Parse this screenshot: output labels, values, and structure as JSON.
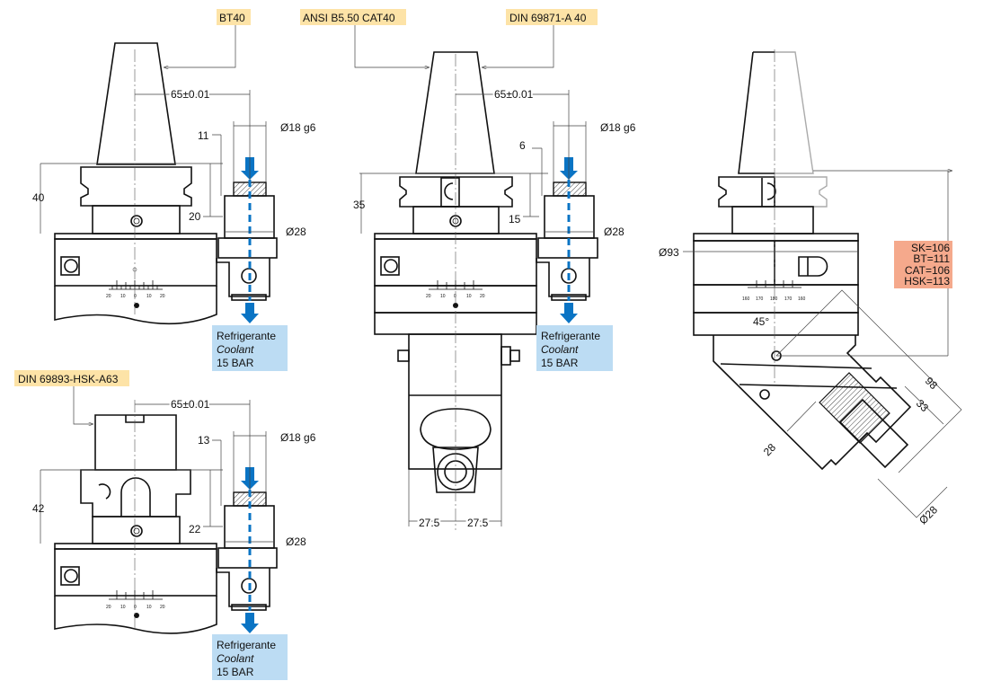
{
  "labels": {
    "bt40": "BT40",
    "cat40": "ANSI B5.50 CAT40",
    "din69871": "DIN 69871-A 40",
    "hsk": "DIN 69893-HSK-A63"
  },
  "coolant": {
    "line1": "Refrigerante",
    "line2": "Coolant",
    "line3": "15 BAR"
  },
  "dims": {
    "center_offset": "65±0.01",
    "shank_dia": "Ø18 g6",
    "body_dia": "Ø28",
    "bt_11": "11",
    "bt_20": "20",
    "bt_40": "40",
    "cat_6": "6",
    "cat_15": "15",
    "cat_35": "35",
    "hsk_13": "13",
    "hsk_22": "22",
    "hsk_42": "42",
    "half_width": "27.5",
    "head_dia": "Ø93",
    "angle": "45°",
    "d98": "98",
    "d33": "33",
    "d28": "28",
    "dia28": "Ø28"
  },
  "scale": {
    "linear": [
      "20",
      "10",
      "0",
      "10",
      "20"
    ],
    "angular": [
      "160",
      "170",
      "180",
      "170",
      "160"
    ]
  },
  "heights": [
    "SK=106",
    "BT=111",
    "CAT=106",
    "HSK=113"
  ],
  "colors": {
    "label_bg": "#fde3a7",
    "coolant_bg": "#bcdcf3",
    "height_bg": "#f5a98c",
    "coolant_arrow": "#0a74c4"
  }
}
